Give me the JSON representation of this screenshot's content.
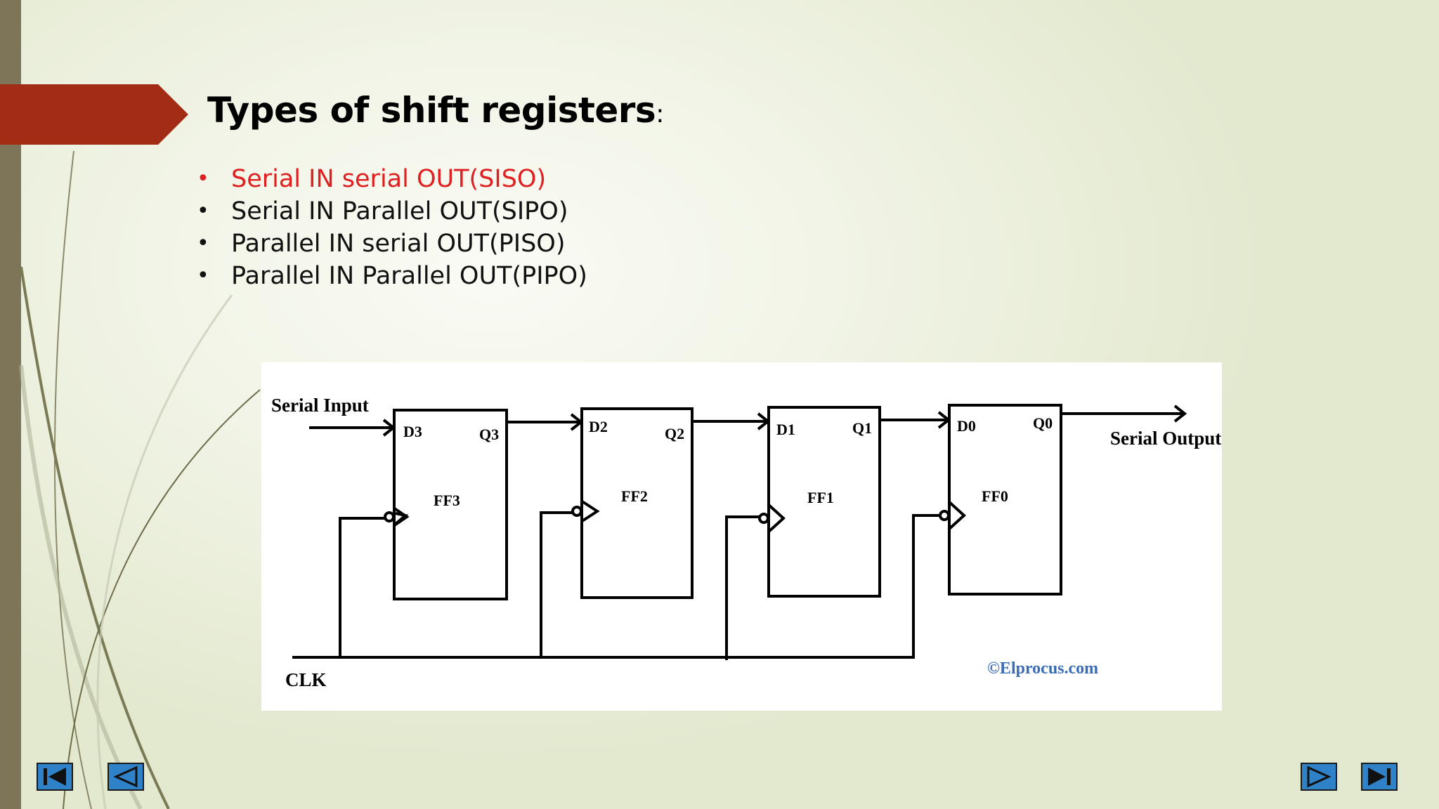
{
  "slide": {
    "title": "Types of shift registers",
    "title_colon": ":",
    "bullets": [
      {
        "text": "Serial IN serial OUT(SISO)",
        "highlight": true
      },
      {
        "text": "Serial IN Parallel OUT(SIPO)",
        "highlight": false
      },
      {
        "text": "Parallel IN serial OUT(PISO)",
        "highlight": false
      },
      {
        "text": "Parallel IN Parallel OUT(PIPO)",
        "highlight": false
      }
    ],
    "bullet_symbol": "•"
  },
  "diagram": {
    "serial_input_label": "Serial Input",
    "serial_output_label": "Serial Output",
    "clk_label": "CLK",
    "credit": "©Elprocus.com",
    "flip_flops": [
      {
        "name": "FF3",
        "d": "D3",
        "q": "Q3"
      },
      {
        "name": "FF2",
        "d": "D2",
        "q": "Q2"
      },
      {
        "name": "FF1",
        "d": "D1",
        "q": "Q1"
      },
      {
        "name": "FF0",
        "d": "D0",
        "q": "Q0"
      }
    ]
  },
  "navigation": {
    "first": "first-slide-icon",
    "previous": "previous-slide-icon",
    "next": "next-slide-icon",
    "last": "last-slide-icon"
  },
  "colors": {
    "accent_arrow": "#a32d14",
    "left_bar": "#7e7558",
    "highlight_text": "#e02020",
    "nav_button": "#2f82c8"
  }
}
